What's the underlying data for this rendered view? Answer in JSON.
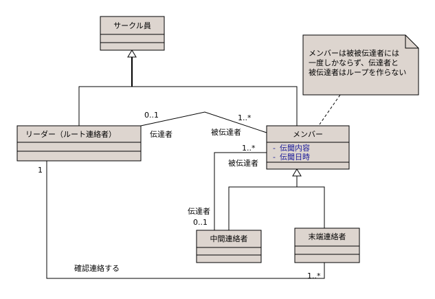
{
  "colors": {
    "class_fill": "#ddd5cf",
    "note_fill": "#ddd5cf",
    "stroke": "#000000",
    "attribute_text": "#1a1a99"
  },
  "classes": {
    "circle_member": {
      "name": "サークル員"
    },
    "leader": {
      "name": "リーダー（ルート連絡者）"
    },
    "member": {
      "name": "メンバー",
      "attributes": [
        {
          "visibility": "-",
          "name": "伝聞内容"
        },
        {
          "visibility": "-",
          "name": "伝聞日時"
        }
      ]
    },
    "middle": {
      "name": "中間連絡者"
    },
    "terminal": {
      "name": "末端連絡者"
    }
  },
  "note": {
    "lines": [
      "メンバーは被被伝達者には",
      "一度しかならず、伝達者と",
      "被伝達者はループを作らない"
    ]
  },
  "labels": {
    "leader_member_mult_leader": "0..1",
    "leader_member_role_leader": "伝達者",
    "leader_member_mult_member": "1..*",
    "leader_member_role_member": "被伝達者",
    "middle_member_mult_member": "1..*",
    "middle_member_role_member": "被伝達者",
    "middle_member_role_middle": "伝達者",
    "middle_member_mult_middle": "0..1",
    "confirm_mult_leader": "1",
    "confirm_label": "確認連絡する",
    "confirm_mult_terminal": "1..*"
  }
}
